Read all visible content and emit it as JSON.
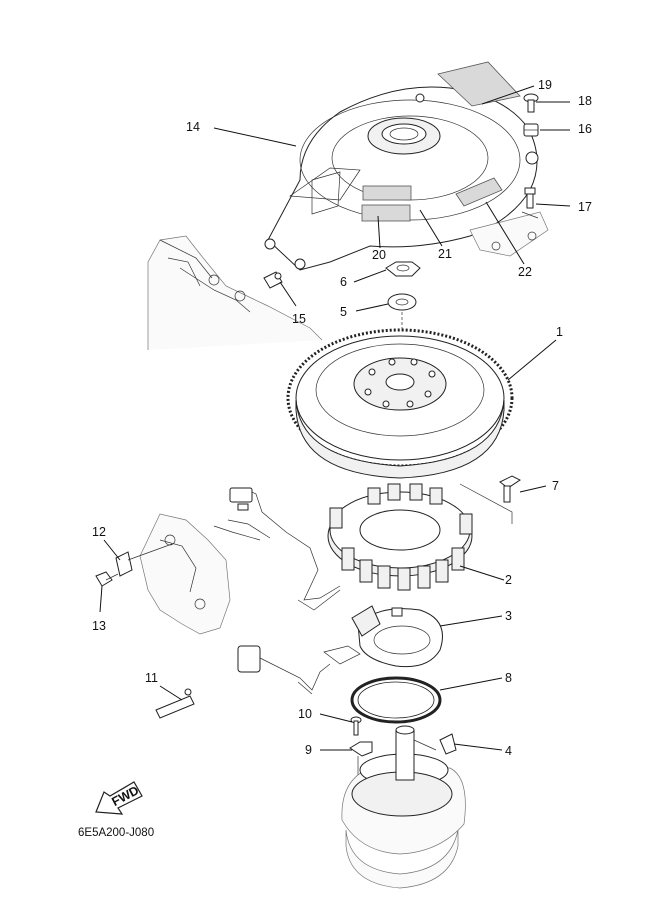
{
  "diagram": {
    "code": "6E5A200-J080",
    "fwd_label": "FWD",
    "callouts": [
      {
        "id": "1",
        "text": "1"
      },
      {
        "id": "2",
        "text": "2"
      },
      {
        "id": "3",
        "text": "3"
      },
      {
        "id": "4",
        "text": "4"
      },
      {
        "id": "5",
        "text": "5"
      },
      {
        "id": "6",
        "text": "6"
      },
      {
        "id": "7",
        "text": "7"
      },
      {
        "id": "8",
        "text": "8"
      },
      {
        "id": "9",
        "text": "9"
      },
      {
        "id": "10",
        "text": "10"
      },
      {
        "id": "11",
        "text": "11"
      },
      {
        "id": "12",
        "text": "12"
      },
      {
        "id": "13",
        "text": "13"
      },
      {
        "id": "14",
        "text": "14"
      },
      {
        "id": "15",
        "text": "15"
      },
      {
        "id": "16",
        "text": "16"
      },
      {
        "id": "17",
        "text": "17"
      },
      {
        "id": "18",
        "text": "18"
      },
      {
        "id": "19",
        "text": "19"
      },
      {
        "id": "20",
        "text": "20"
      },
      {
        "id": "21",
        "text": "21"
      },
      {
        "id": "22",
        "text": "22"
      }
    ]
  }
}
